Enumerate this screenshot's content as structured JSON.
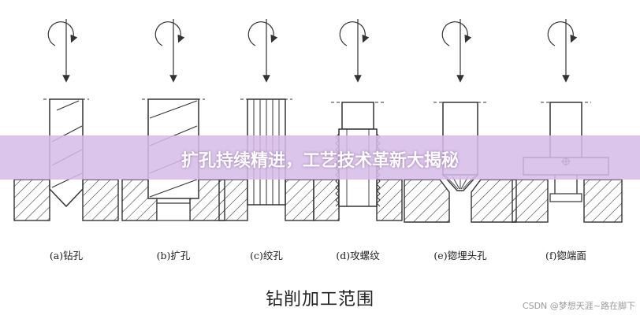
{
  "panels": [
    {
      "id": "a",
      "caption": "(a)钻孔"
    },
    {
      "id": "b",
      "caption": "(b)扩孔"
    },
    {
      "id": "c",
      "caption": "(c)绞孔"
    },
    {
      "id": "d",
      "caption": "(d)攻螺纹"
    },
    {
      "id": "e",
      "caption": "(e)锪埋头孔"
    },
    {
      "id": "f",
      "caption": "(f)锪端面"
    }
  ],
  "figure_title": "钻削加工范围",
  "banner": {
    "text": "扩孔持续精进，工艺技术革新大揭秘",
    "color": "#d6bce8"
  },
  "watermark": "CSDN @梦想天涯~路在脚下"
}
